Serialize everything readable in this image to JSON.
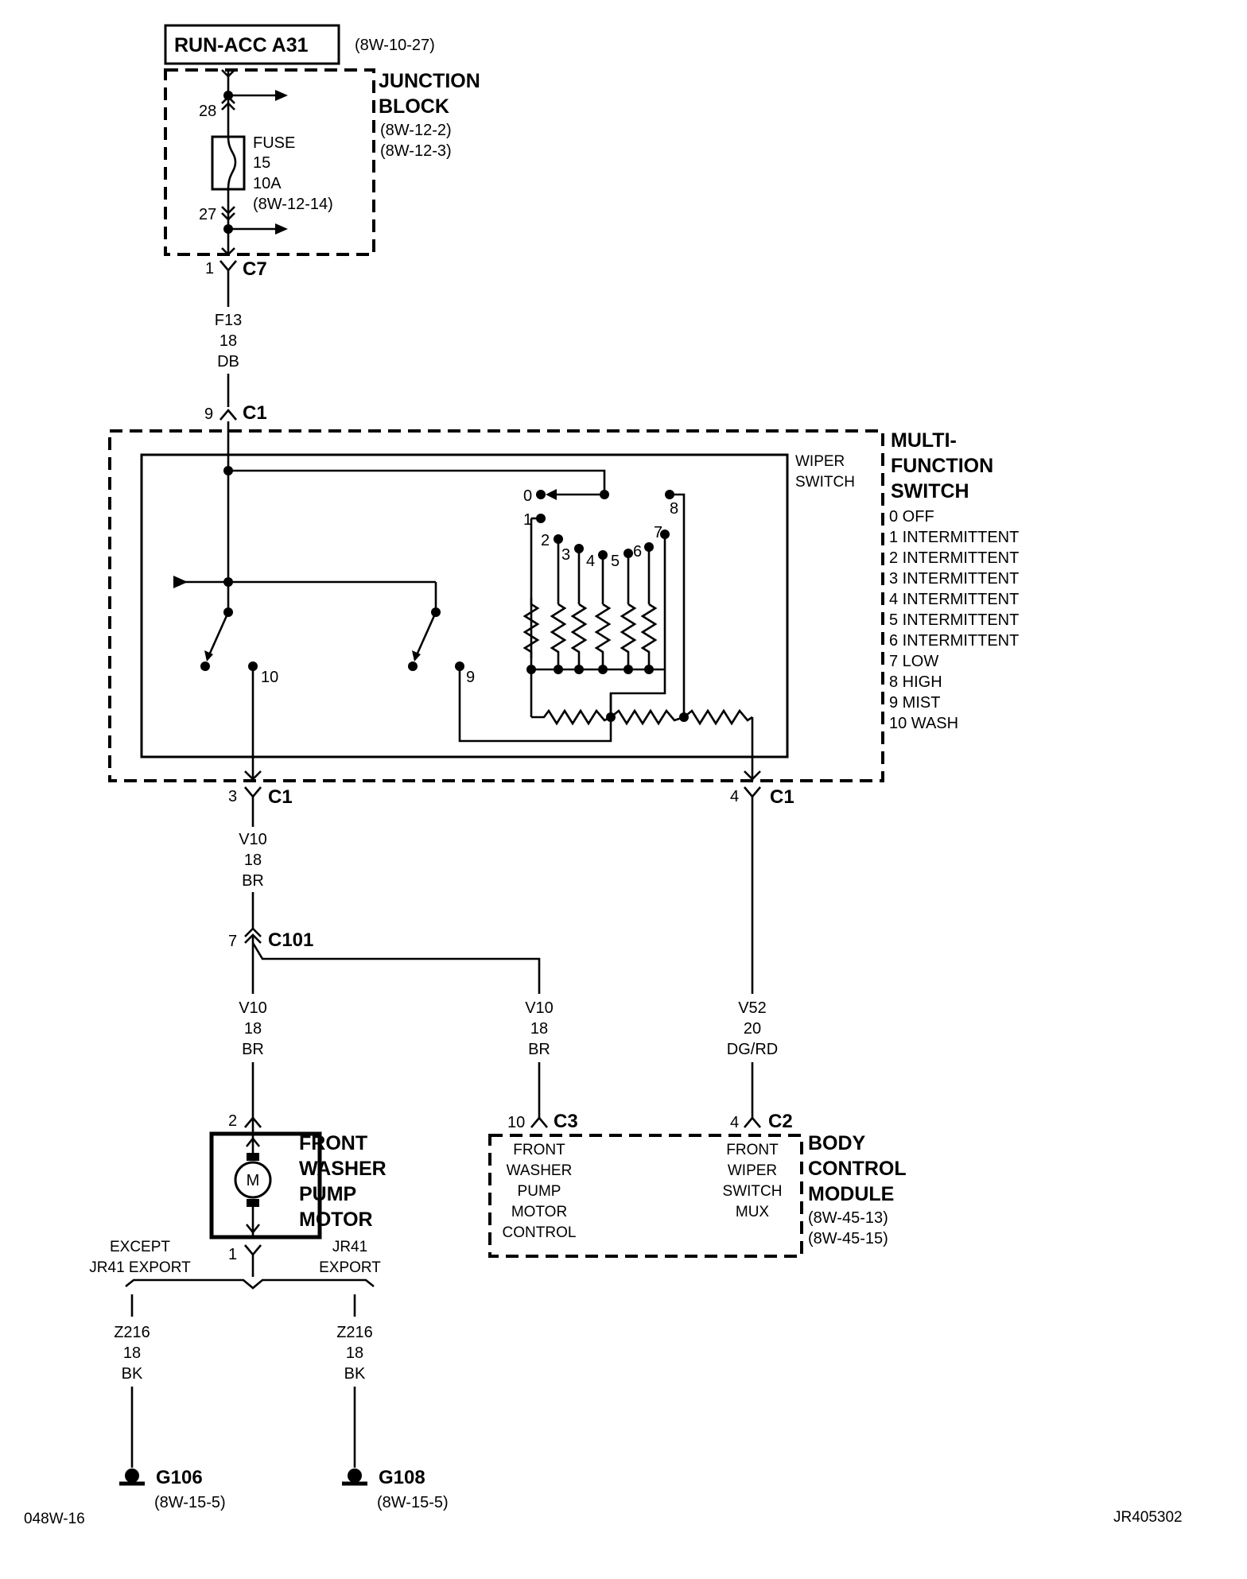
{
  "fuse_source": {
    "label": "RUN-ACC A31",
    "ref": "(8W-10-27)"
  },
  "junction_block": {
    "title_1": "JUNCTION",
    "title_2": "BLOCK",
    "ref_1": "(8W-12-2)",
    "ref_2": "(8W-12-3)",
    "pin_top": "28",
    "pin_bottom": "27",
    "fuse_1": "FUSE",
    "fuse_2": "15",
    "fuse_3": "10A",
    "fuse_4": "(8W-12-14)"
  },
  "connector_c7": {
    "pin": "1",
    "name": "C7"
  },
  "wire_f13": {
    "circuit": "F13",
    "gauge": "18",
    "color": "DB"
  },
  "connector_c1_in": {
    "pin": "9",
    "name": "C1"
  },
  "multifunction_switch": {
    "title_1": "MULTI-",
    "title_2": "FUNCTION",
    "title_3": "SWITCH",
    "wiper_1": "WIPER",
    "wiper_2": "SWITCH",
    "positions": [
      "0 OFF",
      "1 INTERMITTENT",
      "2 INTERMITTENT",
      "3 INTERMITTENT",
      "4 INTERMITTENT",
      "5 INTERMITTENT",
      "6 INTERMITTENT",
      "7 LOW",
      "8 HIGH",
      "9 MIST",
      "10 WASH"
    ],
    "contact_numbers": [
      "0",
      "1",
      "2",
      "3",
      "4",
      "5",
      "6",
      "7",
      "8"
    ],
    "wash_contact": "10",
    "mist_contact": "9"
  },
  "connector_c1_out_left": {
    "pin": "3",
    "name": "C1"
  },
  "connector_c1_out_right": {
    "pin": "4",
    "name": "C1"
  },
  "wire_v10_a": {
    "circuit": "V10",
    "gauge": "18",
    "color": "BR"
  },
  "connector_c101": {
    "pin": "7",
    "name": "C101"
  },
  "wire_v10_b": {
    "circuit": "V10",
    "gauge": "18",
    "color": "BR"
  },
  "wire_v10_c": {
    "circuit": "V10",
    "gauge": "18",
    "color": "BR"
  },
  "wire_v52": {
    "circuit": "V52",
    "gauge": "20",
    "color": "DG/RD"
  },
  "washer_motor": {
    "pin_top": "2",
    "pin_bottom": "1",
    "motor_symbol": "M",
    "title_1": "FRONT",
    "title_2": "WASHER",
    "title_3": "PUMP",
    "title_4": "MOTOR"
  },
  "bcm": {
    "c3_pin": "10",
    "c3_name": "C3",
    "c2_pin": "4",
    "c2_name": "C2",
    "input_1": [
      "FRONT",
      "WASHER",
      "PUMP",
      "MOTOR",
      "CONTROL"
    ],
    "input_2": [
      "FRONT",
      "WIPER",
      "SWITCH",
      "MUX"
    ],
    "title_1": "BODY",
    "title_2": "CONTROL",
    "title_3": "MODULE",
    "ref_1": "(8W-45-13)",
    "ref_2": "(8W-45-15)"
  },
  "ground_branch": {
    "left_1": "EXCEPT",
    "left_2": "JR41 EXPORT",
    "right_1": "JR41",
    "right_2": "EXPORT"
  },
  "wire_z216_left": {
    "circuit": "Z216",
    "gauge": "18",
    "color": "BK"
  },
  "wire_z216_right": {
    "circuit": "Z216",
    "gauge": "18",
    "color": "BK"
  },
  "ground_g106": {
    "name": "G106",
    "ref": "(8W-15-5)"
  },
  "ground_g108": {
    "name": "G108",
    "ref": "(8W-15-5)"
  },
  "footer": {
    "page_code": "048W-16",
    "figure_code": "JR405302"
  }
}
